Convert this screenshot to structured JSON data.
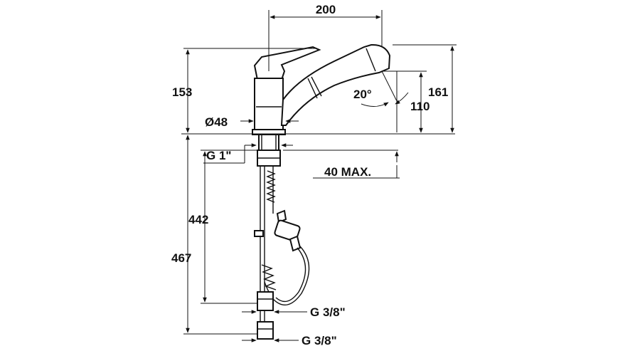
{
  "dimensions": {
    "spout_reach": "200",
    "body_height": "153",
    "spout_height": "161",
    "pullout_angle": "20°",
    "outlet_height": "110",
    "base_diameter": "Ø48",
    "shank_thread": "G 1\"",
    "max_deck_thickness": "40 MAX.",
    "hose_length_short": "442",
    "hose_length_long": "467",
    "connection_upper": "G 3/8\"",
    "connection_lower": "G 3/8\""
  },
  "colors": {
    "line": "#111111",
    "background": "#ffffff"
  }
}
